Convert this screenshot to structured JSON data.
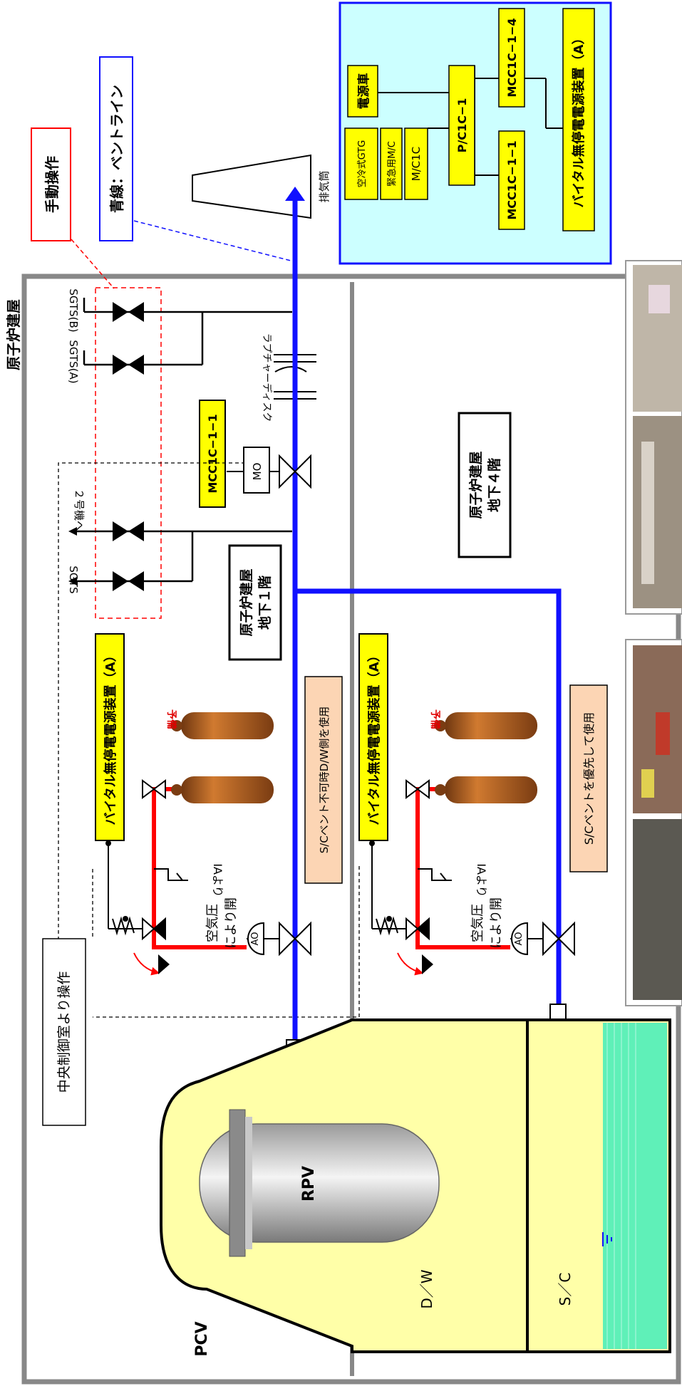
{
  "building": "原子炉建屋",
  "callouts": {
    "manual": "手動操作",
    "vent_line": "青線：ベントライン"
  },
  "stack": "排気筒",
  "power_panel": {
    "gtg": "空冷式GTG",
    "emergency_mc": "緊急用M/C",
    "m_c1c": "M/C1C",
    "power_truck": "電源車",
    "pc": "P/C1C−1",
    "mcc_1_1": "MCC1C−1−1",
    "mcc_1_4": "MCC1C−1−4",
    "vital_ups": "バイタル無停電電源装置（A）"
  },
  "valves": {
    "sgts_b": "SGTS(B)",
    "sgts_a": "SGTS(A)",
    "sgts": "SGTS",
    "unit2": "２号機へ",
    "mo": "MO",
    "ao": "AO",
    "rupture_disk": "ラプチャーディスク"
  },
  "mcc_label": "MCC1C−1−1",
  "floors": {
    "b1_line1": "原子炉建屋",
    "b1_line2": "地下１階",
    "b4_line1": "原子炉建屋",
    "b4_line2": "地下４階"
  },
  "ups_upper": "バイタル無停電電源装置（A）",
  "ups_lower": "バイタル無停電電源装置（A）",
  "spare": "予備",
  "ia": "IAより",
  "air_open_1": "空気圧",
  "air_open_2": "により開",
  "notes": {
    "dw": "S/Cベント不可時D/W側を使用",
    "sc": "S/Cベントを優先して使用"
  },
  "central_control": "中央制御室より操作",
  "vessel": {
    "rpv": "RPV",
    "pcv": "PCV",
    "dw": "D／W",
    "sc": "S／C"
  },
  "colors": {
    "vent_line": "#1010ff",
    "air_line": "#ff0000",
    "label_fill": "#ffff00",
    "note_fill": "#fcd5b4",
    "panel_fill": "#ccffff",
    "containment": "#ffffa8",
    "water": "#5ff0b8",
    "cylinder": "#b05a1e"
  }
}
